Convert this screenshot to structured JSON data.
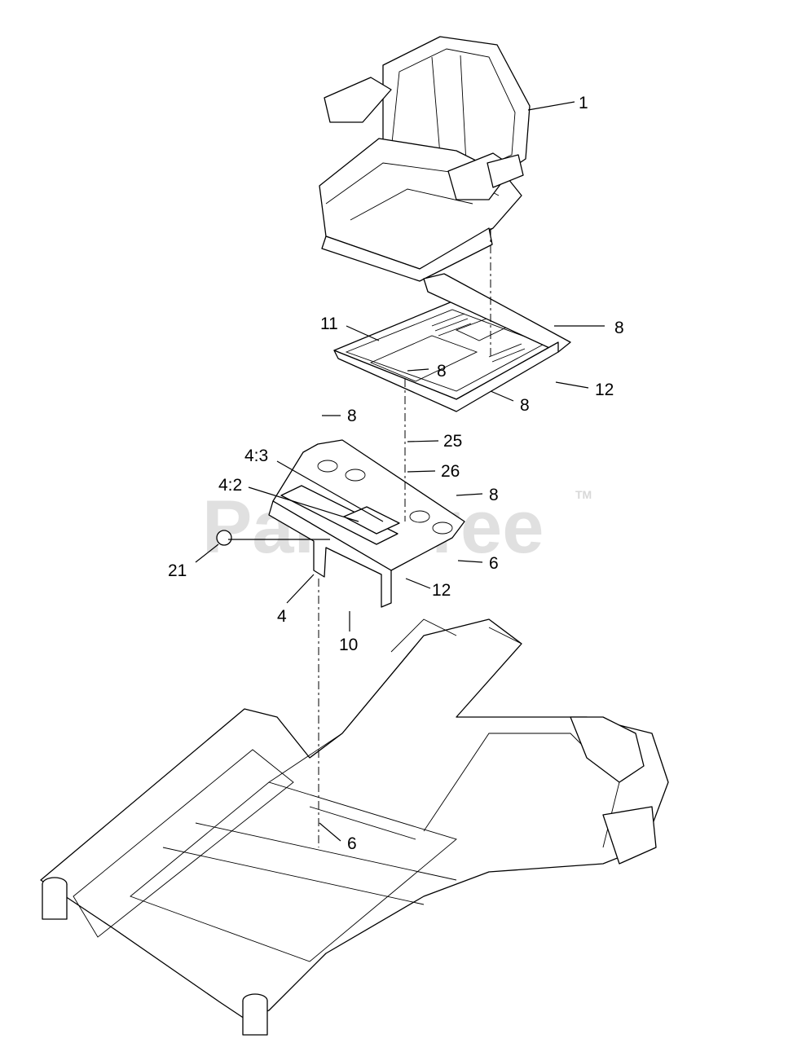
{
  "watermark": {
    "text": "PartsTree",
    "tm": "TM"
  },
  "callouts": [
    {
      "label": "1"
    },
    {
      "label": "8"
    },
    {
      "label": "11"
    },
    {
      "label": "8"
    },
    {
      "label": "12"
    },
    {
      "label": "8"
    },
    {
      "label": "8"
    },
    {
      "label": "25"
    },
    {
      "label": "4:3"
    },
    {
      "label": "26"
    },
    {
      "label": "4:2"
    },
    {
      "label": "8"
    },
    {
      "label": "21"
    },
    {
      "label": "6"
    },
    {
      "label": "12"
    },
    {
      "label": "4"
    },
    {
      "label": "10"
    },
    {
      "label": "6"
    }
  ]
}
